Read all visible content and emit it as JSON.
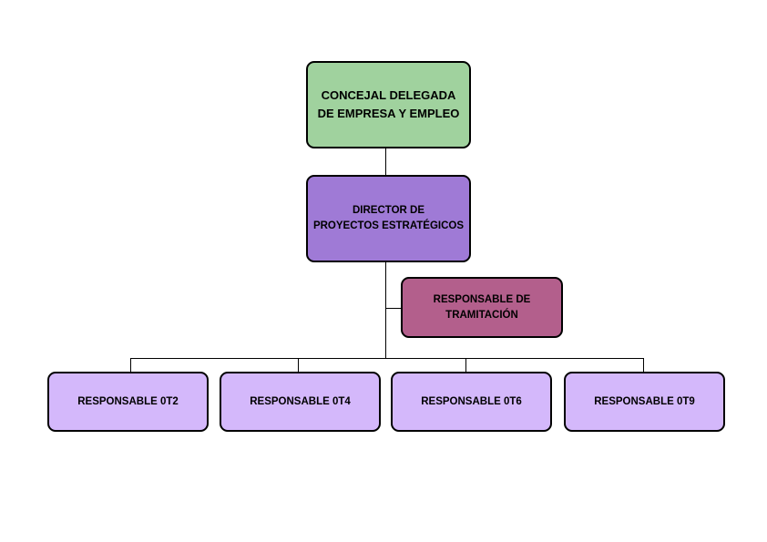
{
  "org_chart": {
    "concejal": {
      "label": "CONCEJAL DELEGADA\nDE EMPRESA Y EMPLEO",
      "color": "#a0d29e"
    },
    "director": {
      "label": "DIRECTOR DE\nPROYECTOS ESTRATÉGICOS",
      "color": "#9f7ad6"
    },
    "tramitacion": {
      "label": "RESPONSABLE DE\nTRAMITACIÓN",
      "color": "#b35f8c"
    },
    "responsables": [
      {
        "label": "RESPONSABLE 0T2",
        "color": "#d4b8fb"
      },
      {
        "label": "RESPONSABLE 0T4",
        "color": "#d4b8fb"
      },
      {
        "label": "RESPONSABLE 0T6",
        "color": "#d4b8fb"
      },
      {
        "label": "RESPONSABLE 0T9",
        "color": "#d4b8fb"
      }
    ],
    "connector_color": "#000000"
  }
}
